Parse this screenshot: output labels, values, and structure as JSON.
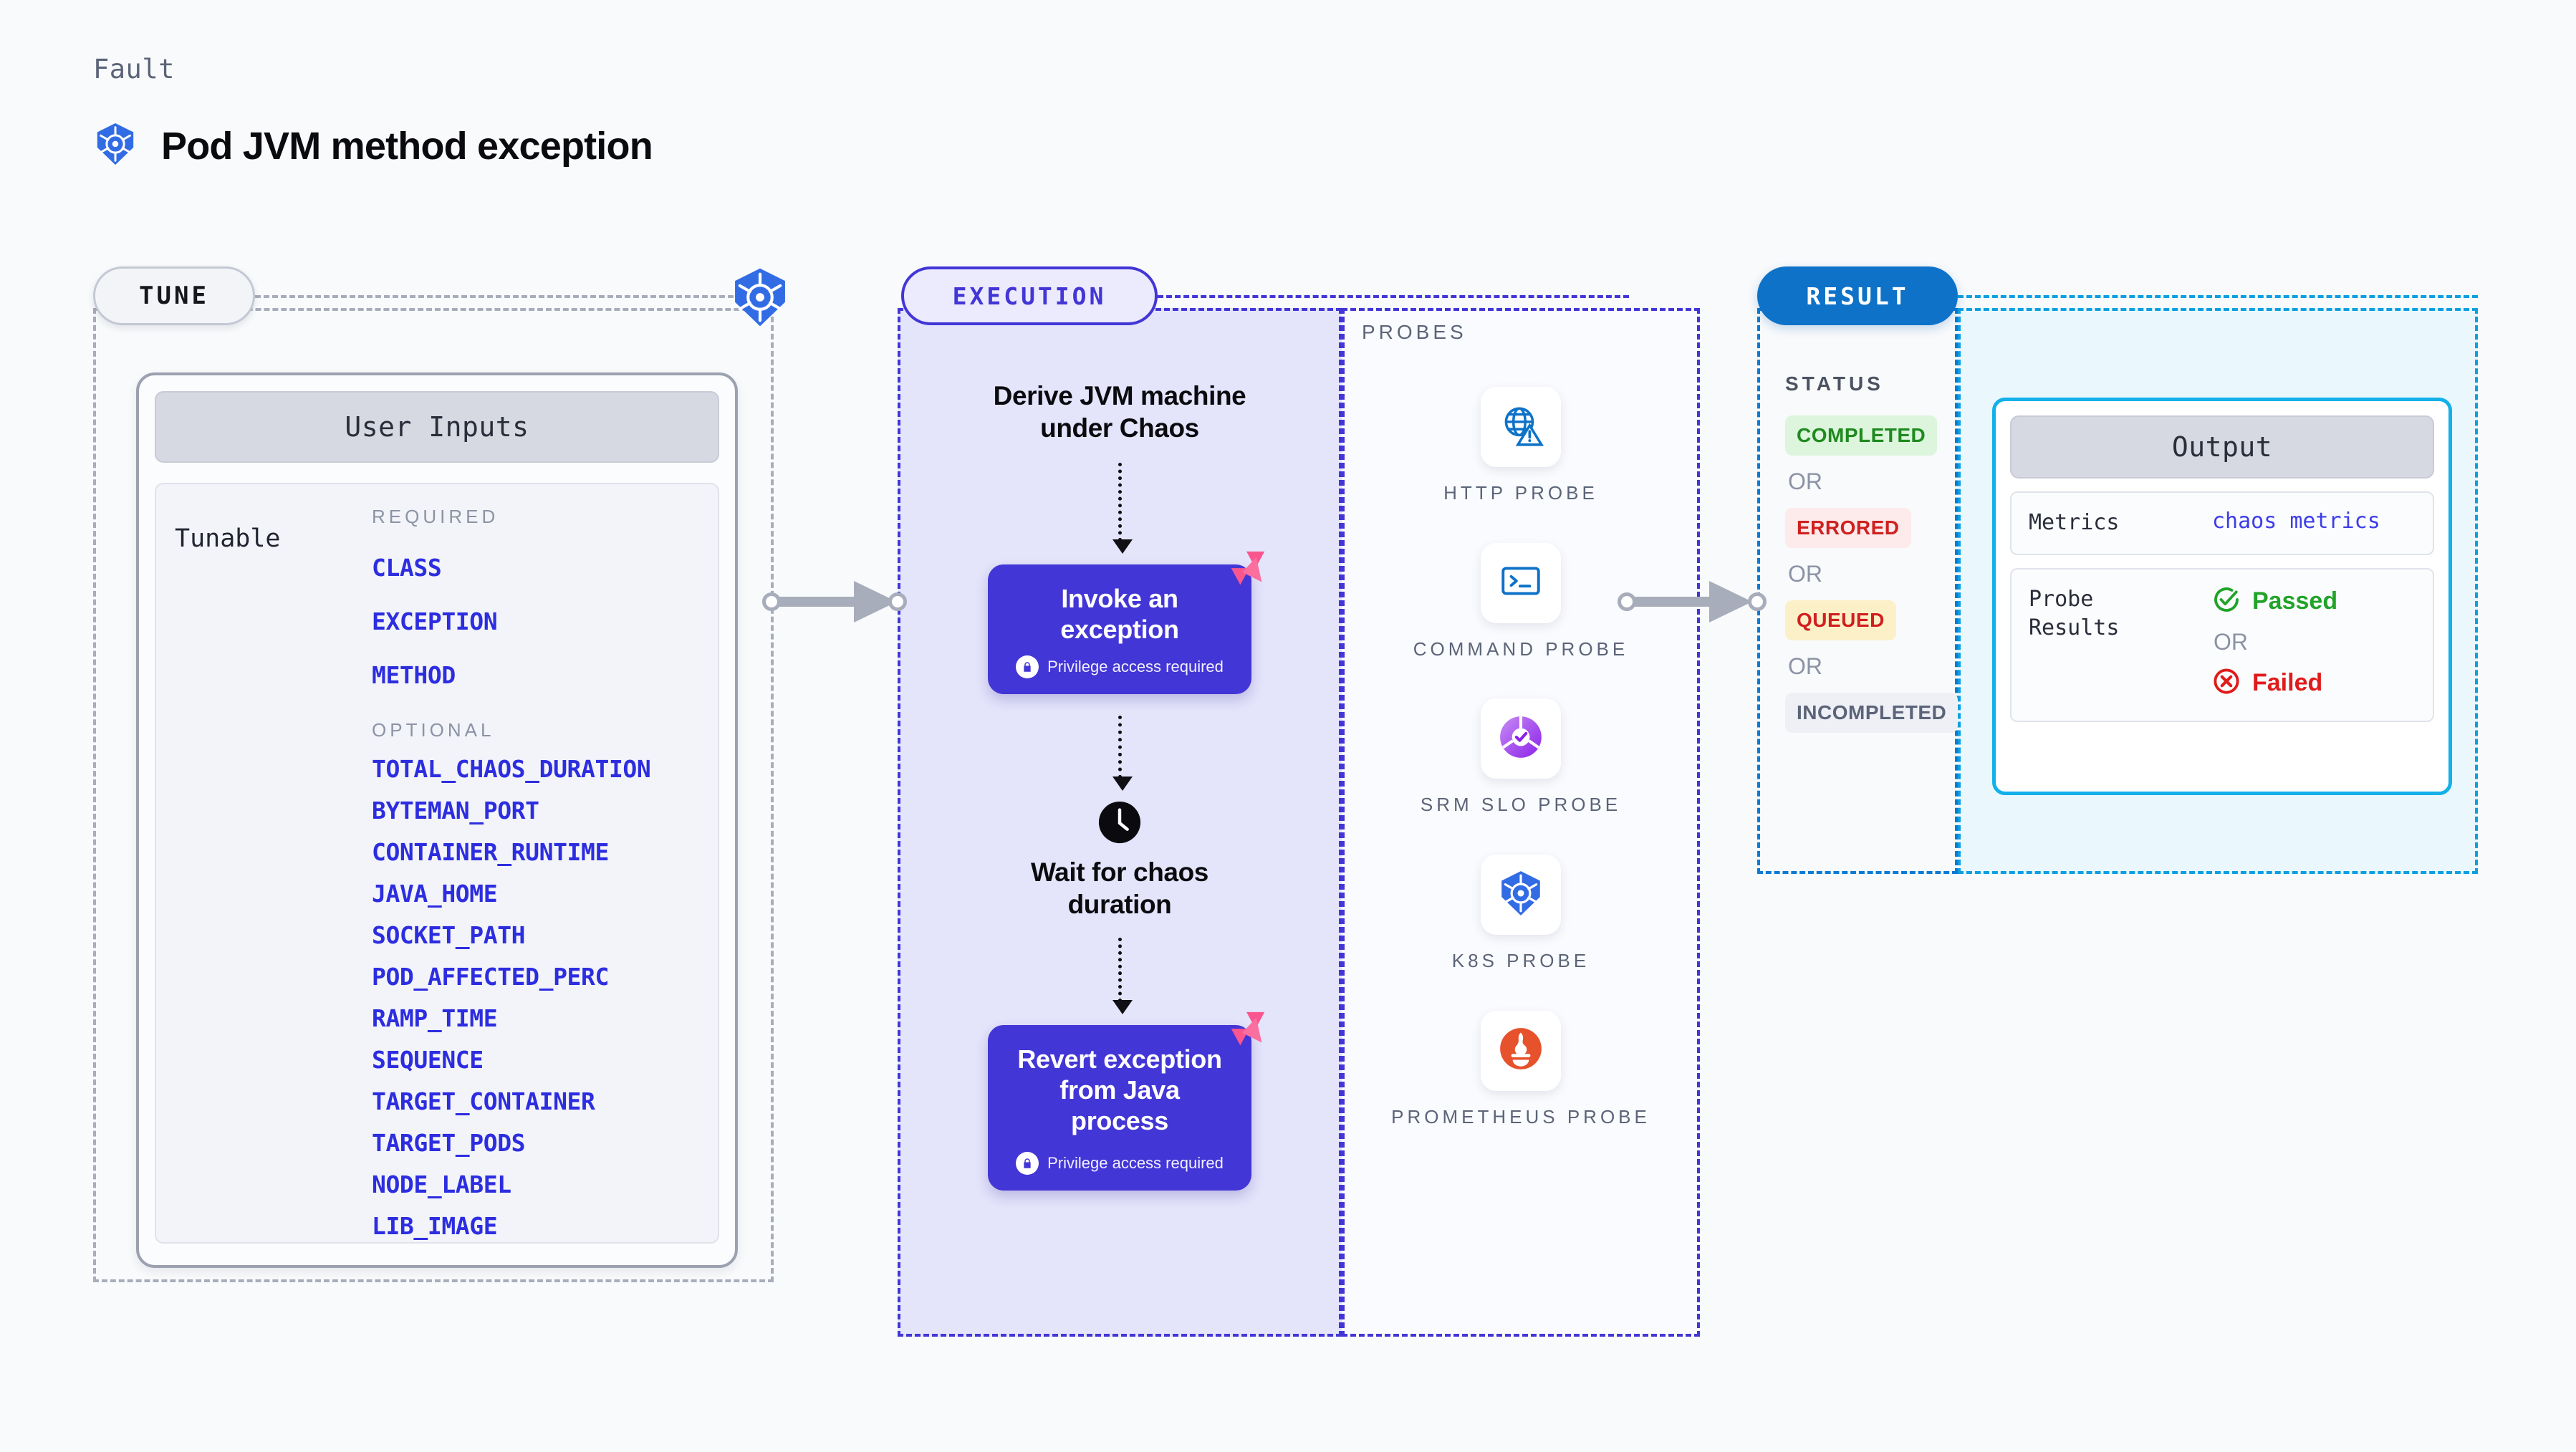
{
  "header": {
    "eyebrow": "Fault",
    "title": "Pod JVM method exception",
    "icon": "kubernetes-icon"
  },
  "stages": {
    "tune": {
      "pill_label": "TUNE",
      "card_title": "User Inputs",
      "tunable_label": "Tunable",
      "required_label": "REQUIRED",
      "optional_label": "OPTIONAL",
      "required": [
        "CLASS",
        "EXCEPTION",
        "METHOD"
      ],
      "optional": [
        "TOTAL_CHAOS_DURATION",
        "BYTEMAN_PORT",
        "CONTAINER_RUNTIME",
        "JAVA_HOME",
        "SOCKET_PATH",
        "POD_AFFECTED_PERC",
        "RAMP_TIME",
        "SEQUENCE",
        "TARGET_CONTAINER",
        "TARGET_PODS",
        "NODE_LABEL",
        "LIB_IMAGE"
      ]
    },
    "execution": {
      "pill_label": "EXECUTION",
      "step1_title": "Derive JVM machine under Chaos",
      "step2_title": "Invoke an exception",
      "step2_note": "Privilege access required",
      "step3_title": "Wait for chaos duration",
      "step4_title": "Revert exception from Java process",
      "step4_note": "Privilege access required"
    },
    "probes": {
      "section_label": "PROBES",
      "items": [
        {
          "name": "HTTP PROBE",
          "icon": "globe-warning-icon"
        },
        {
          "name": "COMMAND PROBE",
          "icon": "terminal-icon"
        },
        {
          "name": "SRM SLO PROBE",
          "icon": "slo-donut-check-icon"
        },
        {
          "name": "K8S PROBE",
          "icon": "kubernetes-icon"
        },
        {
          "name": "PROMETHEUS PROBE",
          "icon": "prometheus-icon"
        }
      ]
    },
    "result": {
      "pill_label": "RESULT",
      "status_label": "STATUS",
      "or_label": "OR",
      "statuses": [
        {
          "label": "COMPLETED",
          "bg": "#dcf5dc",
          "color": "#1f8a1f"
        },
        {
          "label": "ERRORED",
          "bg": "#fdeaea",
          "color": "#cf2020"
        },
        {
          "label": "QUEUED",
          "bg": "#fcf0c8",
          "color": "#cf2020"
        },
        {
          "label": "INCOMPLETED",
          "bg": "#eef0f6",
          "color": "#5b6478"
        }
      ]
    },
    "output": {
      "card_title": "Output",
      "metrics_key": "Metrics",
      "metrics_value": "chaos metrics",
      "probe_results_key": "Probe Results",
      "passed_label": "Passed",
      "failed_label": "Failed",
      "or_label": "OR"
    }
  },
  "colors": {
    "accent_purple": "#4336d6",
    "accent_blue": "#0d72c8",
    "accent_cyan": "#13b0ea",
    "param_blue": "#2d2de0",
    "k8s_blue": "#326ce5",
    "litmus_pink": "#f9568f",
    "passed_green": "#22a329",
    "failed_red": "#e01b1b",
    "muted_gray": "#8b93a4"
  }
}
